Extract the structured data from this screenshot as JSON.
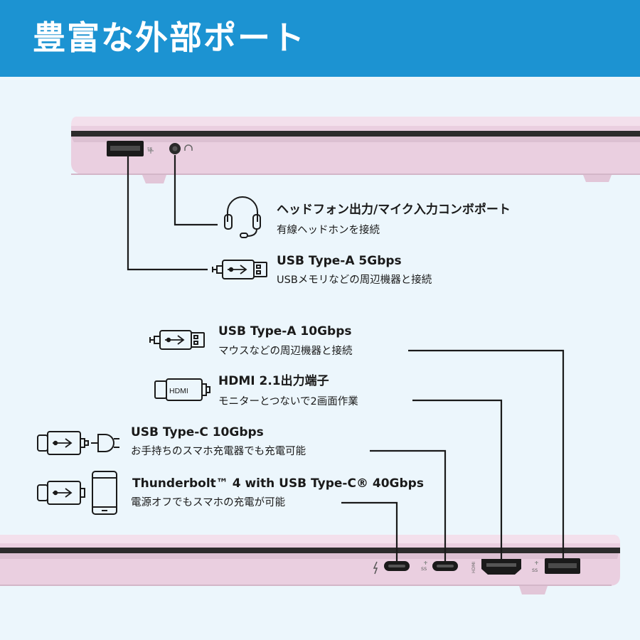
{
  "page": {
    "title": "豊富な外部ポート",
    "header_color": "#1c93d2",
    "background_color": "#ecf6fc",
    "laptop_color": "#e9d3e2"
  },
  "ports": [
    {
      "id": "headphone",
      "title": "ヘッドフォン出力/マイク入力コンボポート",
      "desc": "有線ヘッドホンを接続",
      "icon": "headset-icon"
    },
    {
      "id": "usba-5",
      "title": "USB Type-A 5Gbps",
      "desc": "USBメモリなどの周辺機器と接続",
      "icon": "usb-a-cable-icon"
    },
    {
      "id": "usba-10",
      "title": "USB Type-A 10Gbps",
      "desc": "マウスなどの周辺機器と接続",
      "icon": "usb-a-cable-icon"
    },
    {
      "id": "hdmi",
      "title": "HDMI 2.1出力端子",
      "desc": "モニターとつないで2画面作業",
      "icon": "hdmi-cable-icon",
      "icon_label": "HDMI"
    },
    {
      "id": "usbc-10",
      "title": "USB Type-C 10Gbps",
      "desc": "お手持ちのスマホ充電器でも充電可能",
      "icon": "usb-c-cable-power-plug-icon"
    },
    {
      "id": "thunderbolt",
      "title": "Thunderbolt™ 4 with USB Type-C® 40Gbps",
      "desc": "電源オフでもスマホの充電が可能",
      "icon": "usb-c-cable-smartphone-icon"
    }
  ],
  "side_markings": {
    "hdmi_label": "HDMI"
  }
}
